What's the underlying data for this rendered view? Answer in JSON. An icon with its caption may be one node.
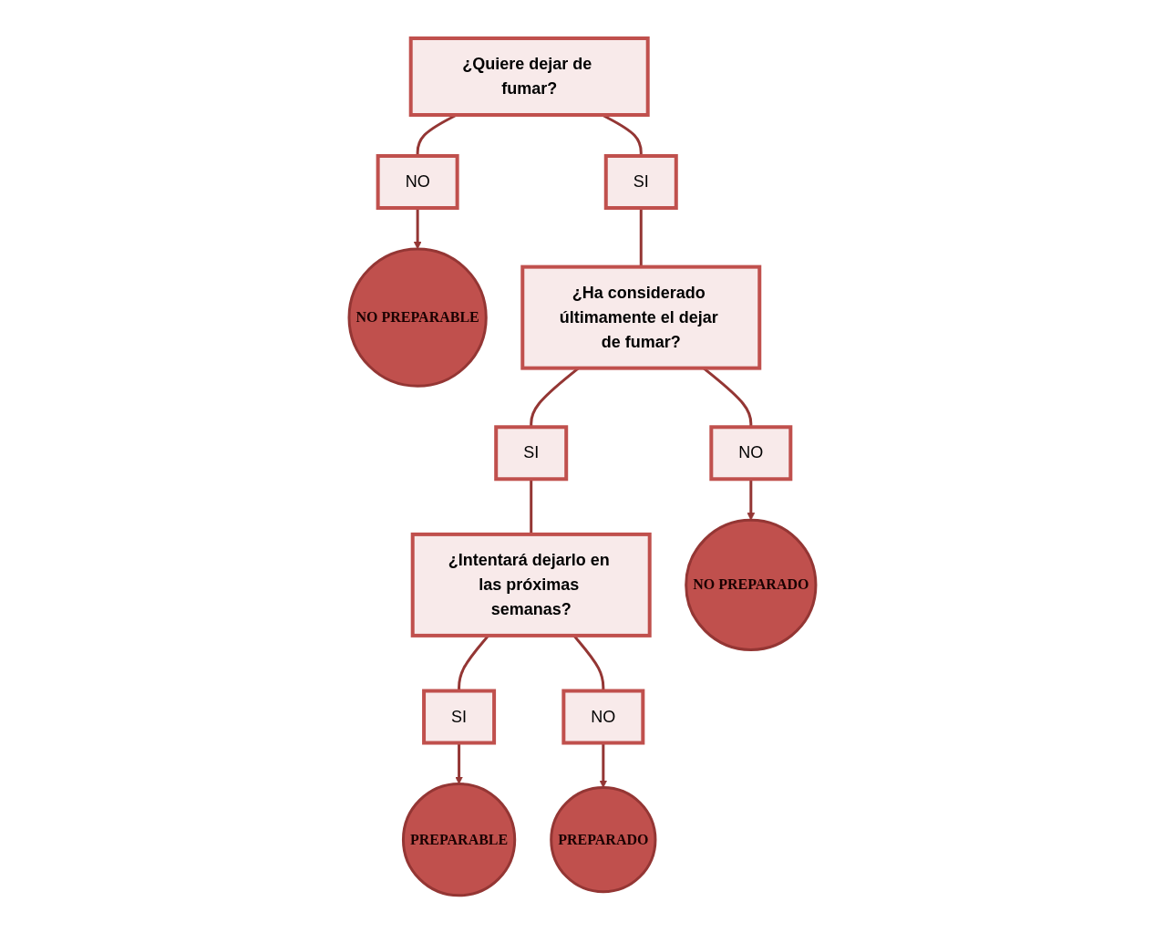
{
  "diagram": {
    "nodes": [
      {
        "text": [
          "¿Quiere dejar de fumar?"
        ]
      },
      {
        "text": [
          "NO"
        ]
      },
      {
        "text": [
          "SI"
        ]
      },
      {
        "text": [
          "NO PREPARABLE"
        ]
      },
      {
        "text": [
          "¿Ha considerado últimamente el dejar de fumar?"
        ]
      },
      {
        "text": [
          "SI"
        ]
      },
      {
        "text": [
          "NO"
        ]
      },
      {
        "text": [
          "¿Intentará dejarlo en las próximas semanas?"
        ]
      },
      {
        "text": [
          "NO PREPARADO"
        ]
      },
      {
        "text": [
          "SI"
        ]
      },
      {
        "text": [
          "NO"
        ]
      },
      {
        "text": [
          "PREPARABLE"
        ]
      },
      {
        "text": [
          "PREPARADO"
        ]
      }
    ],
    "edges": [
      {
        "from": 0,
        "to": 1,
        "arrow": "none"
      },
      {
        "from": 0,
        "to": 2,
        "arrow": "none"
      },
      {
        "from": 1,
        "to": 3,
        "arrow": "to"
      },
      {
        "from": 2,
        "to": 4,
        "arrow": "none"
      },
      {
        "from": 4,
        "to": 5,
        "arrow": "none"
      },
      {
        "from": 4,
        "to": 6,
        "arrow": "none"
      },
      {
        "from": 6,
        "to": 8,
        "arrow": "to"
      },
      {
        "from": 5,
        "to": 7,
        "arrow": "none"
      },
      {
        "from": 7,
        "to": 9,
        "arrow": "none"
      },
      {
        "from": 7,
        "to": 10,
        "arrow": "none"
      },
      {
        "from": 9,
        "to": 11,
        "arrow": "to"
      },
      {
        "from": 10,
        "to": 12,
        "arrow": "to"
      }
    ]
  }
}
